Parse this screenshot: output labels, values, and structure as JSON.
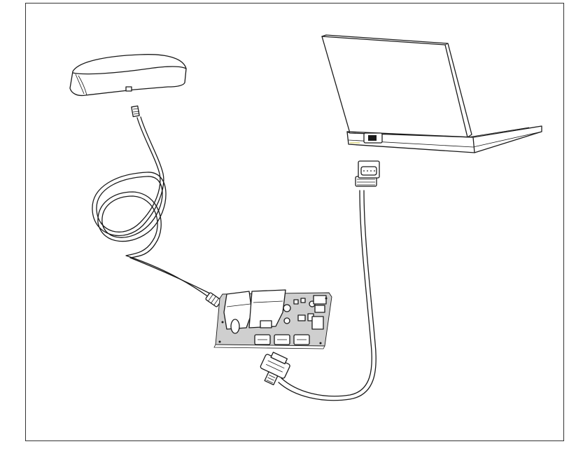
{
  "figure": {
    "components": [
      {
        "name": "gps-antenna"
      },
      {
        "name": "antenna-cable"
      },
      {
        "name": "receiver-board"
      },
      {
        "name": "serial-cable"
      },
      {
        "name": "laptop"
      }
    ],
    "colors": {
      "line": "#1a1a1a",
      "background": "#ffffff",
      "board_fill": "#d0d0d0"
    }
  }
}
